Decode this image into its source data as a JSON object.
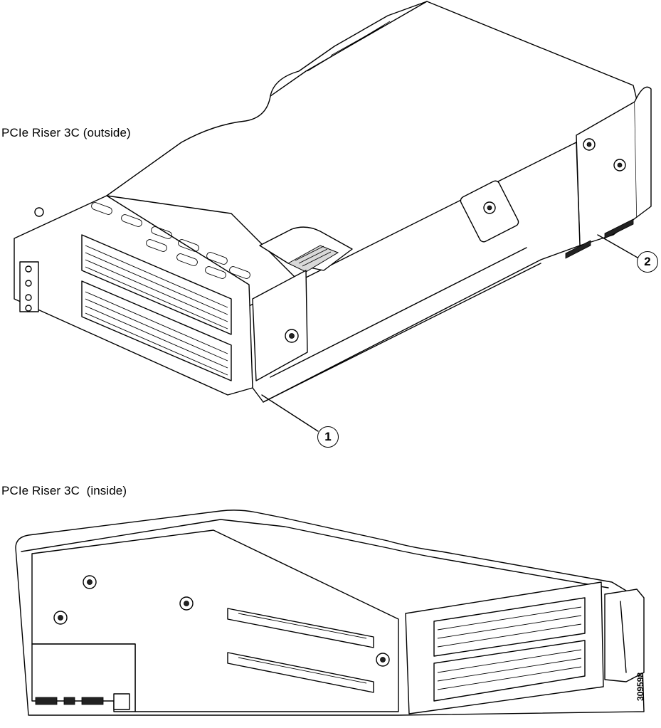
{
  "labels": {
    "top_view": "PCIe Riser 3C (outside)",
    "bottom_view": "PCIe Riser 3C  (inside)"
  },
  "callouts": {
    "one": "1",
    "two": "2"
  },
  "figure_id": "309598"
}
